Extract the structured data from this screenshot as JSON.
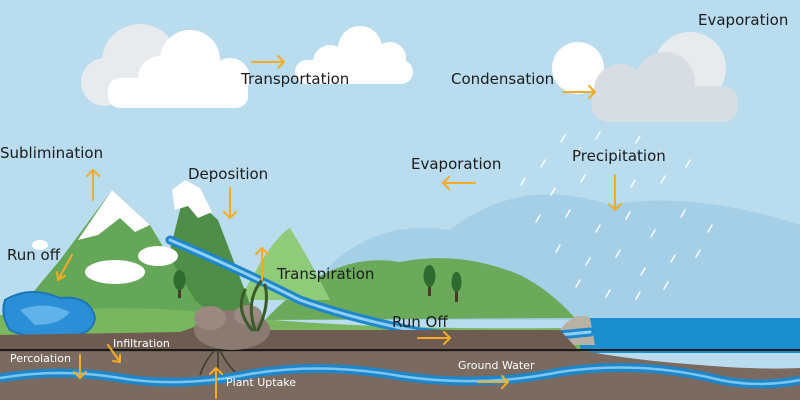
{
  "labels": {
    "evaporation_top": "Evaporation",
    "transportation": "Transportation",
    "condensation": "Condensation",
    "sublimination": "Sublimination",
    "deposition": "Deposition",
    "evaporation_mid": "Evaporation",
    "precipitation": "Precipitation",
    "run_off_left": "Run off",
    "transpiration": "Transpiration",
    "run_off_right": "Run Off",
    "infiltration": "Infiltration",
    "percolation": "Percolation",
    "ground_water": "Ground Water",
    "plant_uptake": "Plant Uptake"
  },
  "colors": {
    "sky": "#b9dcef",
    "arrow": "#f4ac27",
    "water": "#1f86c9",
    "sea": "#1a8fd0",
    "soil": "#7b6a60",
    "grass": "#79b65e",
    "mountain": "#5f9f55",
    "snow": "#ffffff",
    "cloud": "#ffffff",
    "rain_cloud": "#d7dde3"
  }
}
